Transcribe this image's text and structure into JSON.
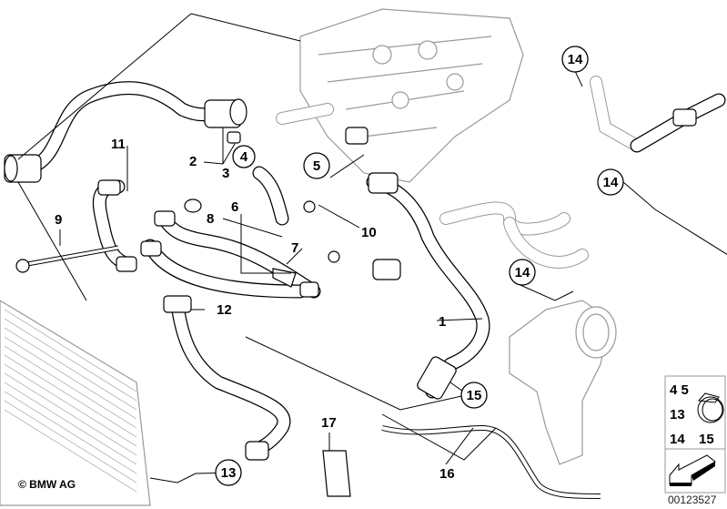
{
  "diagram": {
    "part_labels": [
      {
        "id": "1",
        "text": "1",
        "circled": false
      },
      {
        "id": "2",
        "text": "2",
        "circled": false
      },
      {
        "id": "3",
        "text": "3",
        "circled": false
      },
      {
        "id": "4",
        "text": "4",
        "circled": true
      },
      {
        "id": "5",
        "text": "5",
        "circled": true
      },
      {
        "id": "6",
        "text": "6",
        "circled": false
      },
      {
        "id": "7",
        "text": "7",
        "circled": false
      },
      {
        "id": "8",
        "text": "8",
        "circled": false
      },
      {
        "id": "9",
        "text": "9",
        "circled": false
      },
      {
        "id": "10",
        "text": "10",
        "circled": false
      },
      {
        "id": "11",
        "text": "11",
        "circled": false
      },
      {
        "id": "12",
        "text": "12",
        "circled": false
      },
      {
        "id": "13",
        "text": "13",
        "circled": true
      },
      {
        "id": "14a",
        "text": "14",
        "circled": true
      },
      {
        "id": "14b",
        "text": "14",
        "circled": true
      },
      {
        "id": "14c",
        "text": "14",
        "circled": true
      },
      {
        "id": "15",
        "text": "15",
        "circled": true
      },
      {
        "id": "16",
        "text": "16",
        "circled": false
      },
      {
        "id": "17",
        "text": "17",
        "circled": false
      }
    ],
    "legend": {
      "row1": "4 5",
      "row2": "13",
      "row3a": "14",
      "row3b": "15",
      "icon": "hose-clamp-icon",
      "arrow_icon": "arrow-down-left-icon"
    },
    "copyright": "© BMW AG",
    "diagram_code": "00123527"
  }
}
